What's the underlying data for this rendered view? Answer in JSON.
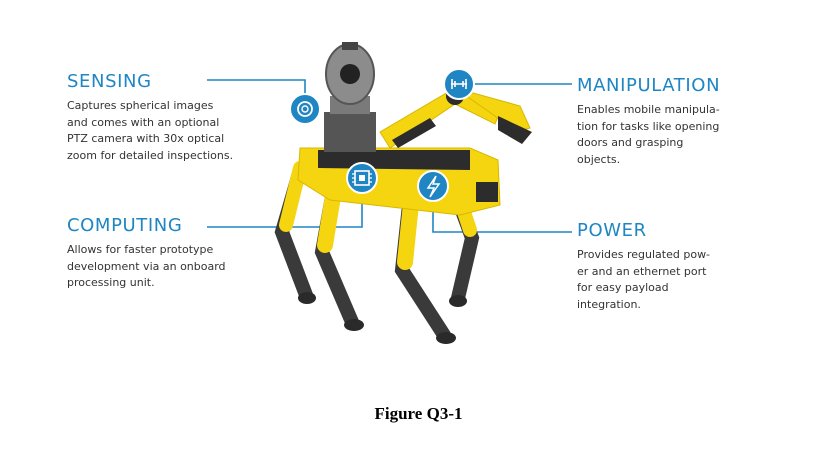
{
  "features": {
    "sensing": {
      "title": "SENSING",
      "description": "Captures spherical images\nand comes with an optional\nPTZ camera with 30x optical\nzoom for detailed inspections.",
      "icon": "camera-lens-icon"
    },
    "computing": {
      "title": "COMPUTING",
      "description": "Allows for faster prototype\ndevelopment via an onboard\nprocessing unit.",
      "icon": "cpu-chip-icon"
    },
    "manipulation": {
      "title": "MANIPULATION",
      "description": "Enables mobile manipula-\ntion for tasks like opening\ndoors and grasping\nobjects.",
      "icon": "gripper-icon"
    },
    "power": {
      "title": "POWER",
      "description": "Provides regulated pow-\ner and an ethernet port\nfor easy payload\nintegration.",
      "icon": "lightning-bolt-icon"
    }
  },
  "caption": "Figure Q3-1",
  "colors": {
    "accent": "#1f86c3",
    "robot_body": "#f5d410",
    "robot_legs": "#3a3a3a",
    "text": "#333333"
  }
}
